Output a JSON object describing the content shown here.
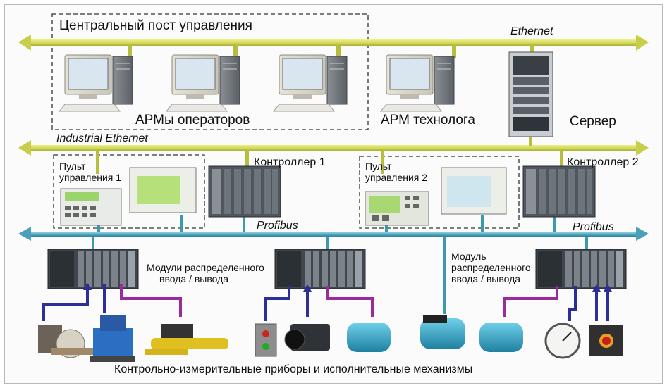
{
  "labels": {
    "central_post": "Центральный пост управления",
    "ethernet": "Ethernet",
    "operators": "АРМы операторов",
    "technologist": "АРМ технолога",
    "server": "Сервер",
    "industrial_ethernet": "Industrial Ethernet",
    "panel1_line1": "Пульт",
    "panel1_line2": "управления 1",
    "controller1": "Контроллер 1",
    "panel2_line1": "Пульт",
    "panel2_line2": "управления 2",
    "controller2": "Контроллер 2",
    "profibus_1": "Profibus",
    "profibus_2": "Profibus",
    "dist_modules_line1": "Модули распределенного",
    "dist_modules_line2": "ввода / вывода",
    "dist_module_line1": "Модуль",
    "dist_module_line2": "распределенного",
    "dist_module_line3": "ввода / вывода",
    "bottom": "Контрольно-измерительные приборы и исполнительные механизмы"
  },
  "colors": {
    "ethernet_bus": "#d6dc5a",
    "profibus_bus": "#5ab0c8",
    "field_link_blue": "#2c2f9a",
    "field_link_purple": "#9a2b9c"
  },
  "icons": [
    "workstation-icon",
    "server-rack-icon",
    "plc-controller-icon",
    "operator-panel-icon",
    "io-module-icon",
    "valve-icon",
    "pump-icon",
    "cylinder-icon",
    "switch-box-icon",
    "camera-icon",
    "motor-icon",
    "gauge-icon",
    "emergency-button-icon"
  ]
}
